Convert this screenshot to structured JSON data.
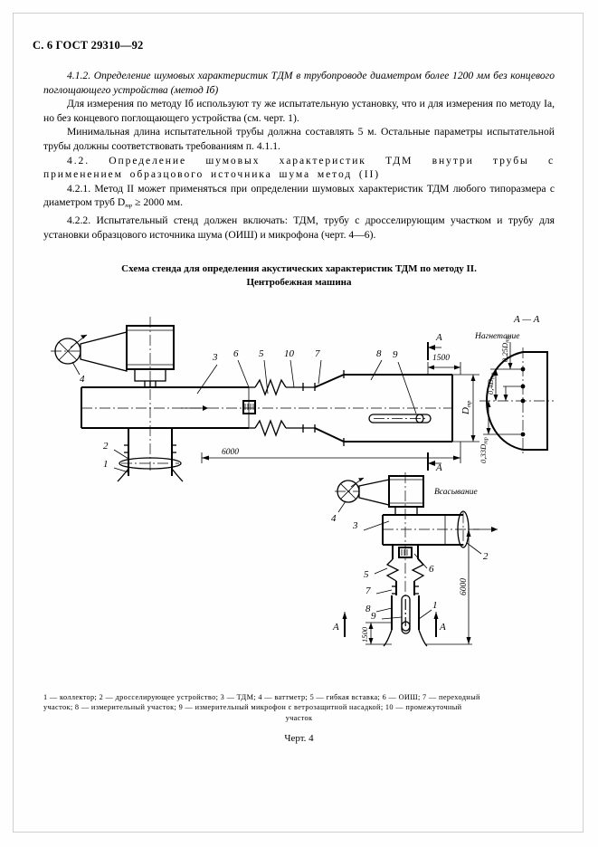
{
  "header": {
    "page_ref": "С. 6 ГОСТ 29310—92"
  },
  "body": {
    "paragraphs": [
      {
        "id": "p-4-1-2",
        "style": "italic",
        "text": "4.1.2.  Определение шумовых характеристик ТДМ в трубопроводе диаметром более 1200 мм без концевого поглощающего устройства (метод Iб)"
      },
      {
        "id": "p-metod-1b",
        "style": "normal",
        "text": "Для измерения по методу Iб используют ту же испытательную установку, что и для измерения по методу Iа, но без концевого поглощающего устройства (см. черт. 1)."
      },
      {
        "id": "p-min-length",
        "style": "normal",
        "text": "Минимальная длина испытательной трубы должна составлять 5 м. Остальные параметры испытательной трубы должны соответствовать требованиям п. 4.1.1."
      },
      {
        "id": "p-4-2",
        "style": "spaced",
        "text": "4.2. Определение шумовых характеристик ТДМ внутри трубы с применением образцового источника шума метод (II)"
      },
      {
        "id": "p-4-2-1",
        "style": "normal",
        "text": "4.2.1. Метод II может применяться при определении шумовых характеристик ТДМ любого типоразмера с диаметром труб D",
        "sub": "тр",
        "text_after": " ≥ 2000 мм."
      },
      {
        "id": "p-4-2-2",
        "style": "normal",
        "text": "4.2.2.  Испытательный стенд должен включать: ТДМ, трубу с дросселирующим участком и трубу для установки образцового источника шума (ОИШ) и микрофона (черт. 4—6)."
      }
    ]
  },
  "figure": {
    "title_line1": "Схема стенда для определения акустических характеристик ТДМ по методу II.",
    "title_line2": "Центробежная машина",
    "callouts": {
      "c1": "1",
      "c2": "2",
      "c3": "3",
      "c4": "4",
      "c5": "5",
      "c6": "6",
      "c7": "7",
      "c8": "8",
      "c9": "9",
      "c10": "10"
    },
    "dimensions": {
      "len_1500": "1500",
      "len_6000": "6000",
      "dia_main": "D",
      "dia_main_sub": "тр",
      "sec_025": "0,25D",
      "sec_025_sub": "тр",
      "sec_04": "0,4D",
      "sec_04_sub": "тр",
      "sec_033": "0,33D",
      "sec_033_sub": "тр",
      "len_1500_v": "1500",
      "len_6000_v": "6000"
    },
    "section_mark": "A",
    "section_title": "A — A",
    "flow_discharge": "Нагнетание",
    "flow_suction": "Всасывание"
  },
  "legend": {
    "line1": "1 — коллектор; 2 — дросселирующее устройство; 3 — ТДМ; 4 — ваттметр; 5 — гибкая вставка; 6 — ОИШ; 7 — переходный",
    "line2": "участок; 8 — измерительный участок; 9 — измерительный микрофон с ветрозащитной насадкой; 10 — промежуточный",
    "line3": "участок"
  },
  "figure_number": "Черт. 4"
}
